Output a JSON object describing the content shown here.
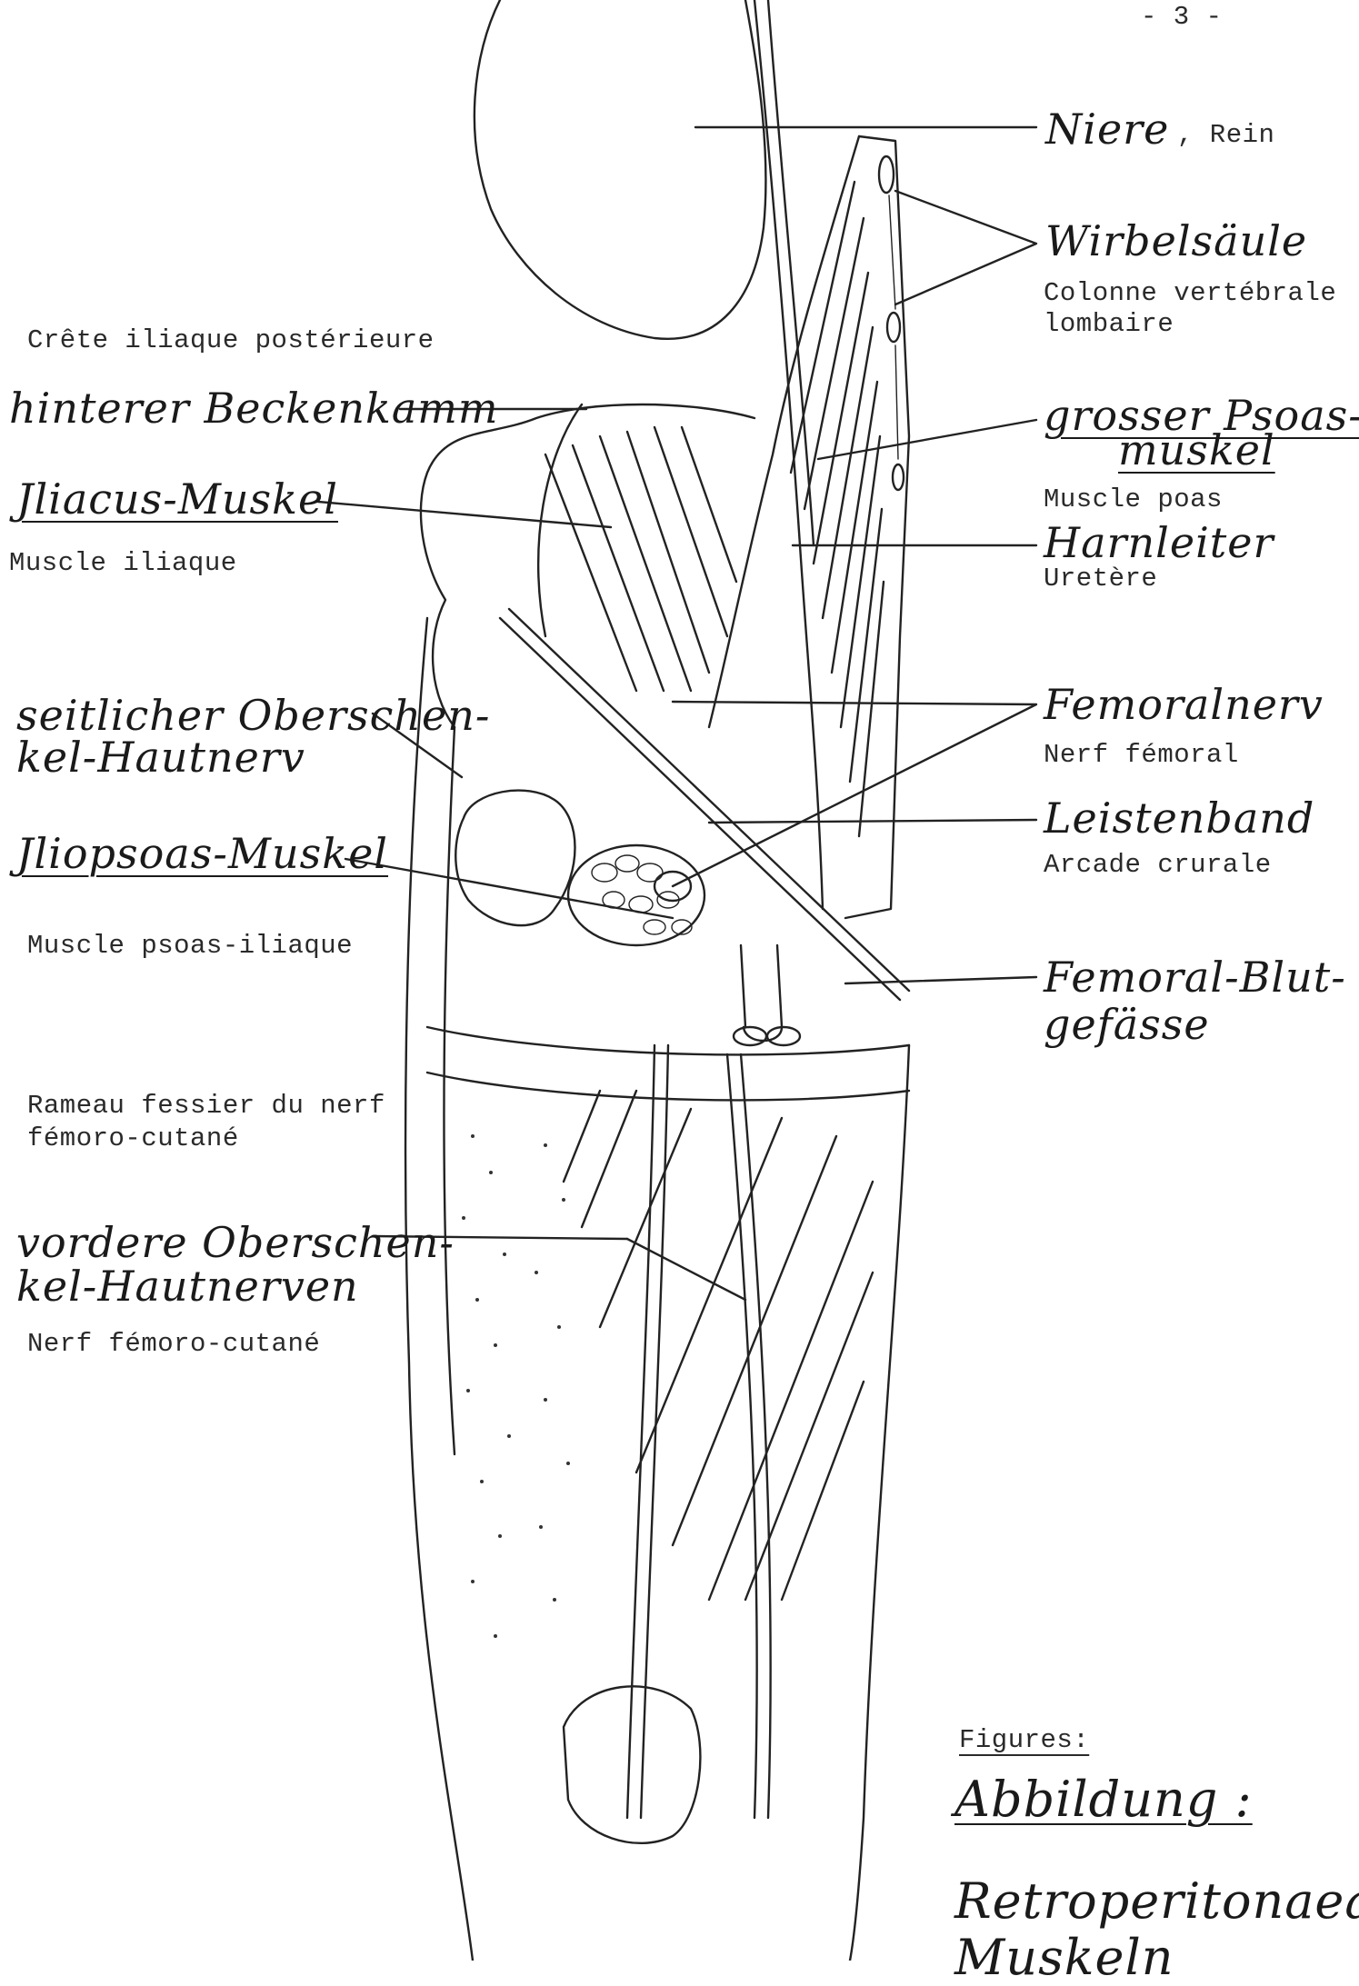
{
  "page_number": "- 3 -",
  "labels": {
    "niere": {
      "de": "Niere",
      "fr": ", Rein"
    },
    "wirbelsaeule": {
      "de": "Wirbelsäule",
      "fr_1": "Colonne vertébrale",
      "fr_2": "lombaire"
    },
    "crete": {
      "fr": "Crête iliaque postérieure"
    },
    "beckenkamm": {
      "de": "hinterer Beckenkamm"
    },
    "psoas": {
      "de_1": "grosser Psoas-",
      "de_2": "muskel",
      "fr": "Muscle poas"
    },
    "iliacus": {
      "de": "Jliacus-Muskel",
      "fr": "Muscle iliaque"
    },
    "harnleiter": {
      "de": "Harnleiter",
      "fr": "Uretère"
    },
    "seitlicher": {
      "de_1": "seitlicher Oberschen-",
      "de_2": "kel-Hautnerv"
    },
    "femoralnerv": {
      "de": "Femoralnerv",
      "fr": "Nerf fémoral"
    },
    "leistenband": {
      "de": "Leistenband",
      "fr": "Arcade crurale"
    },
    "iliopsoas": {
      "de": "Jliopsoas-Muskel",
      "fr": "Muscle psoas-iliaque"
    },
    "blutgefaesse": {
      "de_1": "Femoral-Blut-",
      "de_2": "gefässe"
    },
    "rameau": {
      "fr_1": "Rameau fessier du nerf",
      "fr_2": "fémoro-cutané"
    },
    "vordere": {
      "de_1": "vordere Oberschen-",
      "de_2": "kel-Hautnerven",
      "fr": "Nerf fémoro-cutané"
    }
  },
  "caption": {
    "figures": "Figures:",
    "abbildung": "Abbildung :",
    "title_1": "Retroperitonaeale",
    "title_2": "Muskeln"
  }
}
